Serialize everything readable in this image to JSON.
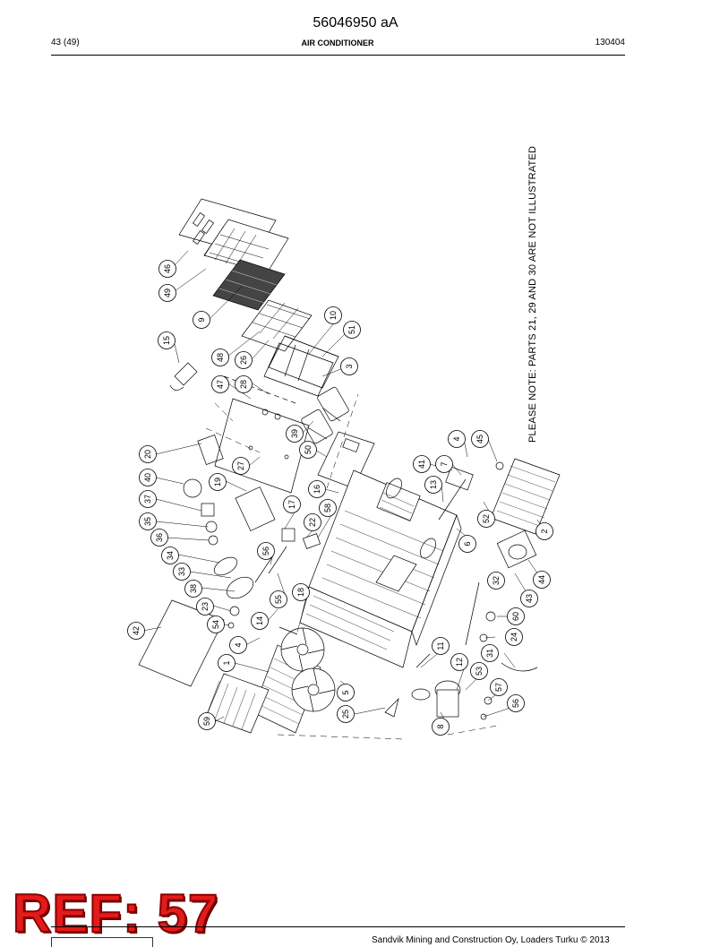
{
  "header": {
    "doc_number": "56046950 aA",
    "page": "43 (49)",
    "section_title": "AIR CONDITIONER",
    "date_code": "130404"
  },
  "note": "PLEASE NOTE: PARTS 21, 29 AND 30 ARE NOT ILLUSTRATED",
  "ref_stamp": "REF: 57",
  "footer": {
    "copyright": "Sandvik Mining and Construction Oy, Loaders Turku © 2013"
  },
  "callouts": [
    "46",
    "49",
    "9",
    "15",
    "48",
    "26",
    "47",
    "28",
    "10",
    "51",
    "3",
    "20",
    "40",
    "37",
    "35",
    "36",
    "34",
    "33",
    "38",
    "23",
    "54",
    "42",
    "27",
    "19",
    "39",
    "50",
    "16",
    "17",
    "58",
    "22",
    "56",
    "55",
    "18",
    "14",
    "4",
    "1",
    "59",
    "5",
    "25",
    "41",
    "13",
    "7",
    "4",
    "45",
    "52",
    "6",
    "2",
    "44",
    "32",
    "43",
    "60",
    "24",
    "11",
    "12",
    "53",
    "31",
    "57",
    "56",
    "8"
  ]
}
